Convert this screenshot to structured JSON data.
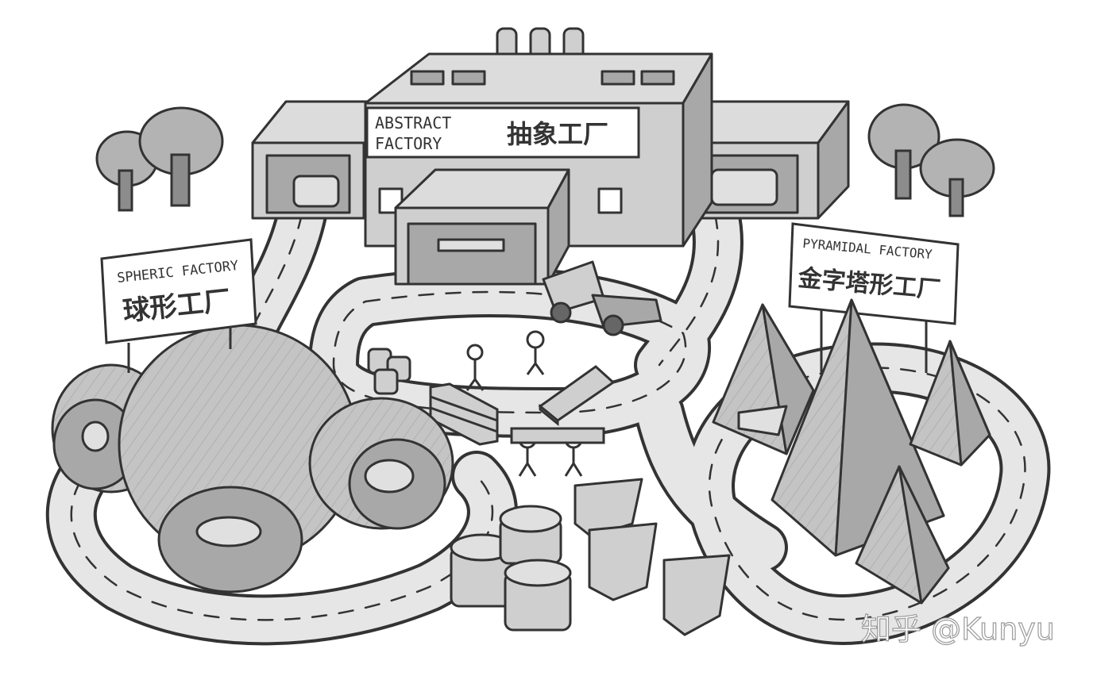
{
  "signs": {
    "abstract": {
      "en_line1": "ABSTRACT",
      "en_line2": "FACTORY",
      "cn": "抽象工厂"
    },
    "spheric": {
      "en": "SPHERIC FACTORY",
      "cn": "球形工厂"
    },
    "pyramidal": {
      "en": "PYRAMIDAL FACTORY",
      "cn": "金字塔形工厂"
    }
  },
  "watermark": {
    "text": "知乎 @Kunyu"
  },
  "colors": {
    "outline": "#333333",
    "building": "#cfcfcf",
    "building_dark": "#a8a8a8",
    "road": "#e6e6e6",
    "ground": "#f2f2f2",
    "sign_bg": "#ffffff"
  }
}
